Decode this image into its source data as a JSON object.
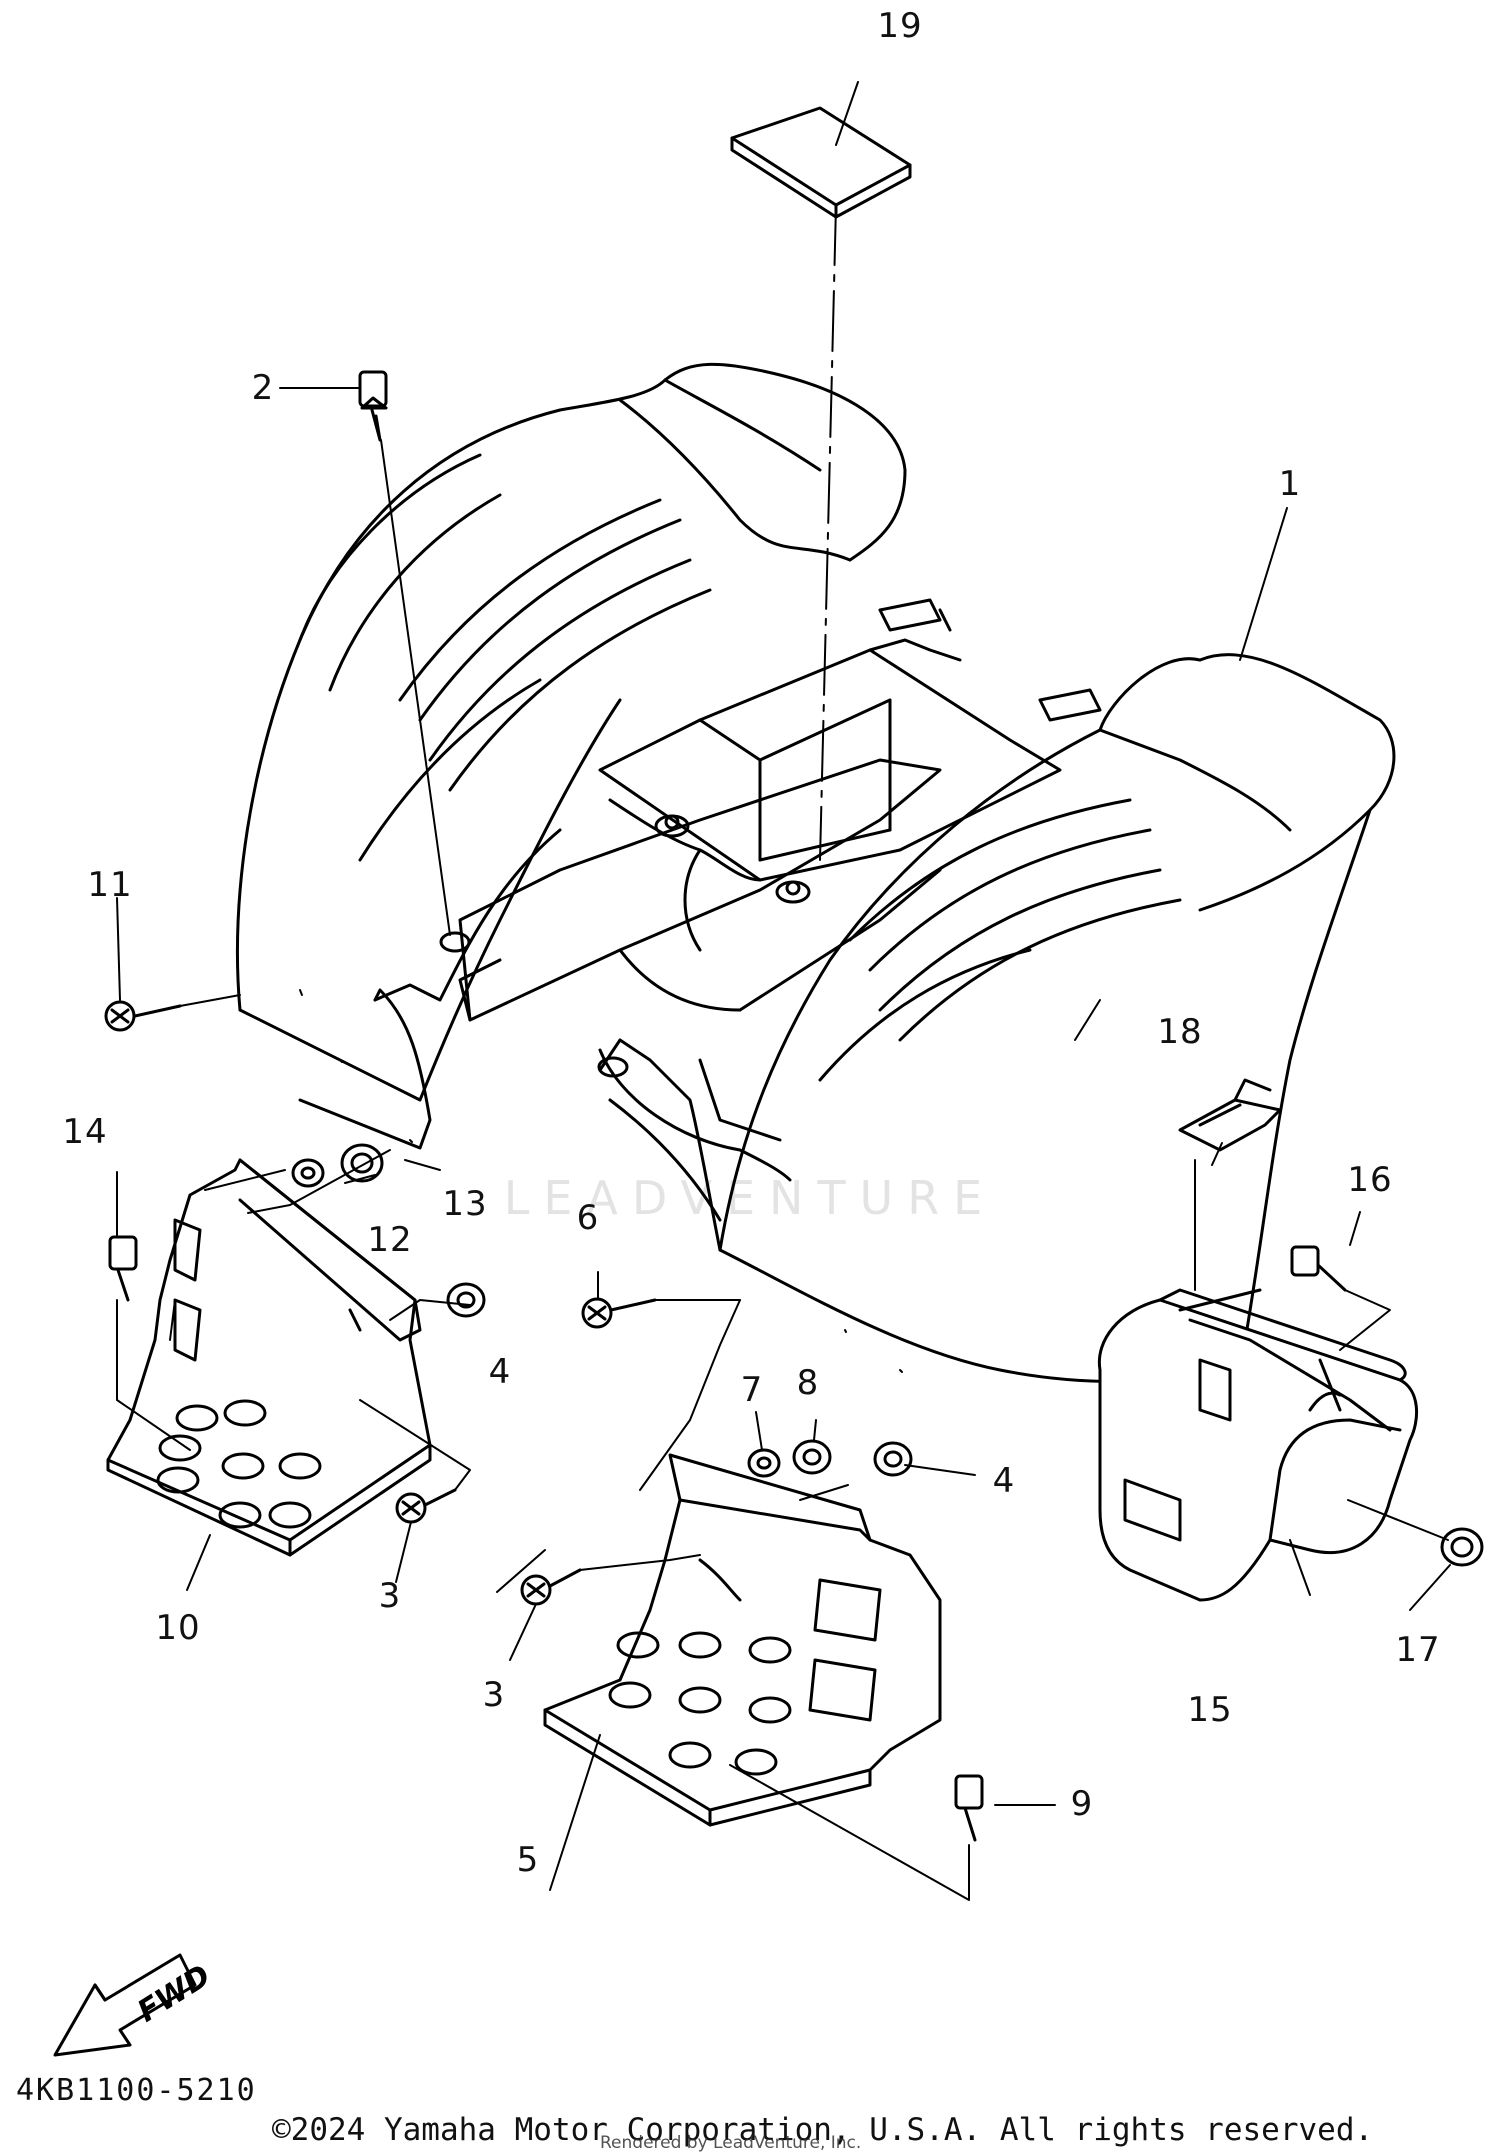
{
  "labels": {
    "p1": "1",
    "p2": "2",
    "p3a": "3",
    "p3b": "3",
    "p4a": "4",
    "p4b": "4",
    "p5": "5",
    "p6": "6",
    "p7": "7",
    "p8": "8",
    "p9": "9",
    "p10": "10",
    "p11": "11",
    "p12": "12",
    "p13": "13",
    "p14": "14",
    "p15": "15",
    "p16": "16",
    "p17": "17",
    "p18": "18",
    "p19": "19"
  },
  "fwd_label": "FWD",
  "catalog_number": "4KB1100-5210",
  "copyright": "©2024 Yamaha Motor Corporation, U.S.A. All rights reserved.",
  "rendered_by": "Rendered by LeadVenture, Inc.",
  "watermark": "LEADVENTURE"
}
